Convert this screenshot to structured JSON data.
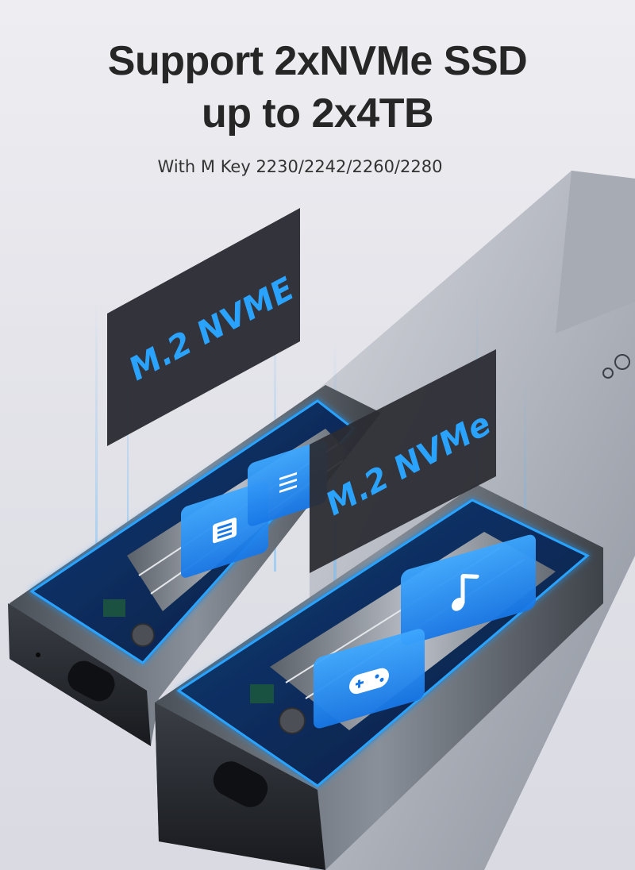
{
  "headline": {
    "line1": "Support 2xNVMe SSD",
    "line2": "up to 2x4TB"
  },
  "subline": "With M Key 2230/2242/2260/2280",
  "labels": {
    "upper": "M.2 NVME",
    "lower": "M.2 NVMe"
  },
  "colors": {
    "accent_blue": "#1e90ff",
    "glow_blue": "#2aa3ff",
    "text_dark": "#262626",
    "enclosure_dark": "#2a2d33"
  },
  "icons": [
    "document-icon",
    "menu-lines-icon",
    "music-note-icon",
    "gamepad-icon"
  ]
}
